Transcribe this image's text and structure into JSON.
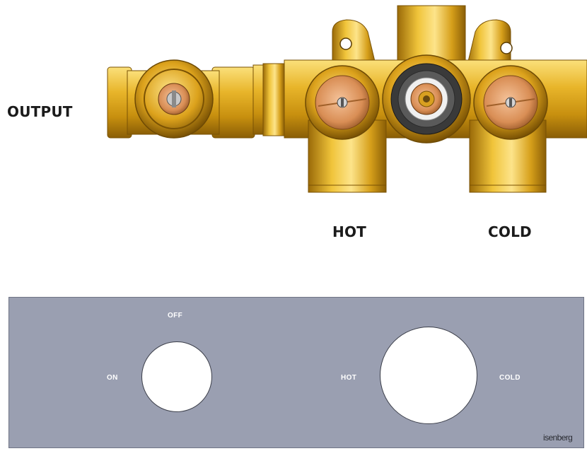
{
  "valve": {
    "labels": {
      "output": "OUTPUT",
      "hot": "HOT",
      "cold": "COLD"
    },
    "colors": {
      "brass_light": "#f2c94c",
      "brass_mid": "#d6a01c",
      "brass_dark": "#8a5e06",
      "cartridge": "#e8a878",
      "diverter_ring": "#3a3a3a"
    }
  },
  "trim_plate": {
    "labels": {
      "off": "OFF",
      "on": "ON",
      "hot": "HOT",
      "cold": "COLD"
    },
    "brand": "isenberg",
    "colors": {
      "plate": "#9a9fb1",
      "hole": "#ffffff"
    }
  }
}
